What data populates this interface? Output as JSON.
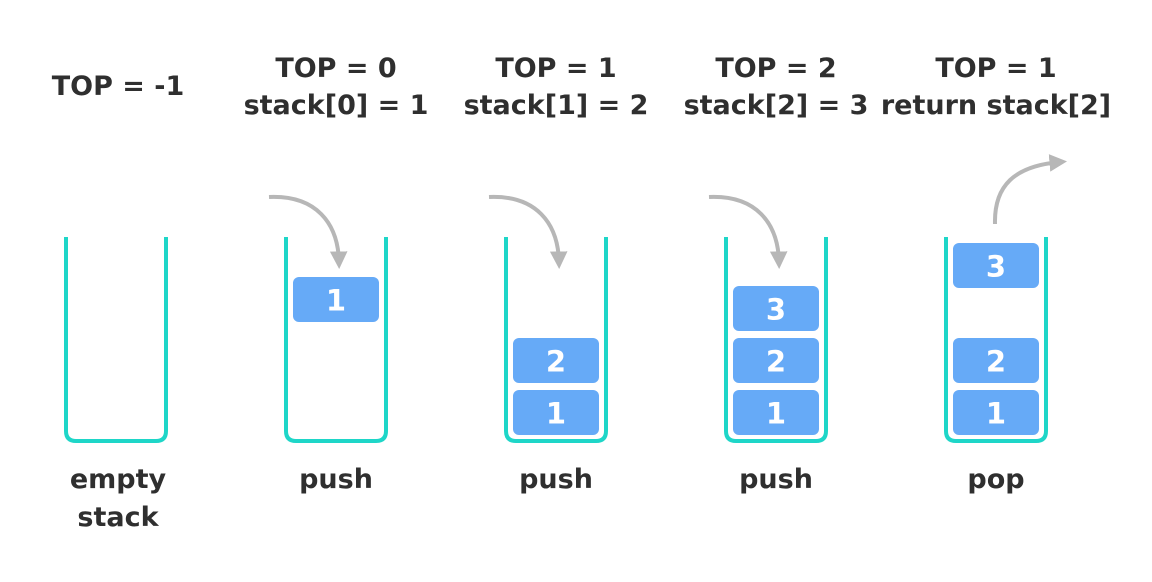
{
  "colors": {
    "container": "#1ed6c8",
    "block": "#66aaf7",
    "block_text": "#ffffff",
    "arrow": "#b7b7b7",
    "text": "#2f2f2f"
  },
  "stages": [
    {
      "header": [
        "TOP = -1"
      ],
      "caption": [
        "empty",
        "stack"
      ],
      "blocks": [],
      "operation": "none"
    },
    {
      "header": [
        "TOP = 0",
        "stack[0] = 1"
      ],
      "caption": [
        "push"
      ],
      "blocks": [
        "1"
      ],
      "operation": "push"
    },
    {
      "header": [
        "TOP = 1",
        "stack[1] = 2"
      ],
      "caption": [
        "push"
      ],
      "blocks": [
        "1",
        "2"
      ],
      "operation": "push"
    },
    {
      "header": [
        "TOP = 2",
        "stack[2] = 3"
      ],
      "caption": [
        "push"
      ],
      "blocks": [
        "1",
        "2",
        "3"
      ],
      "operation": "push"
    },
    {
      "header": [
        "TOP = 1",
        "return stack[2]"
      ],
      "caption": [
        "pop"
      ],
      "blocks": [
        "1",
        "2"
      ],
      "popped_block": "3",
      "operation": "pop"
    }
  ]
}
